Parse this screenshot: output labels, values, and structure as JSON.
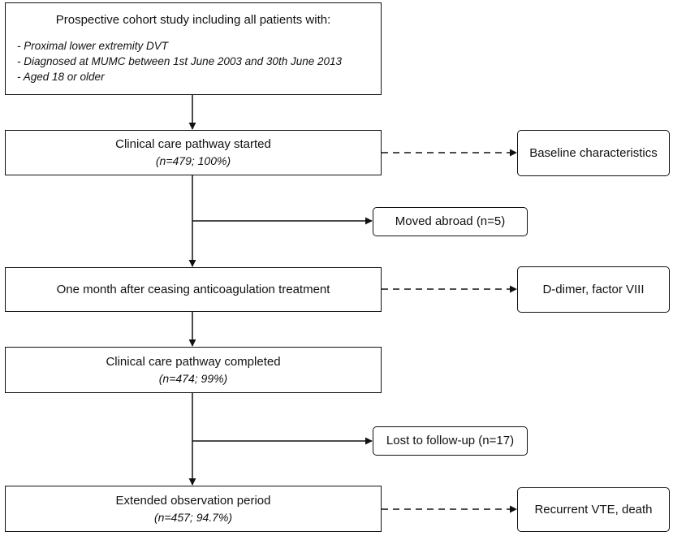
{
  "study": {
    "title": "Prospective cohort study including all patients with:",
    "criteria": [
      "- Proximal lower extremity DVT",
      "- Diagnosed at MUMC between 1st June 2003 and 30th June 2013",
      "- Aged 18 or older"
    ]
  },
  "steps": [
    {
      "label": "Clinical care pathway started",
      "count": "(n=479; 100%)"
    },
    {
      "label": "One month after ceasing anticoagulation treatment"
    },
    {
      "label": "Clinical care pathway completed",
      "count": "(n=474; 99%)"
    },
    {
      "label": "Extended observation period",
      "count": "(n=457; 94.7%)"
    }
  ],
  "exclusions": [
    {
      "label": "Moved abroad (n=5)"
    },
    {
      "label": "Lost to follow-up (n=17)"
    }
  ],
  "measurements": [
    {
      "label": "Baseline characteristics"
    },
    {
      "label": "D-dimer, factor VIII"
    },
    {
      "label": "Recurrent VTE, death"
    }
  ]
}
